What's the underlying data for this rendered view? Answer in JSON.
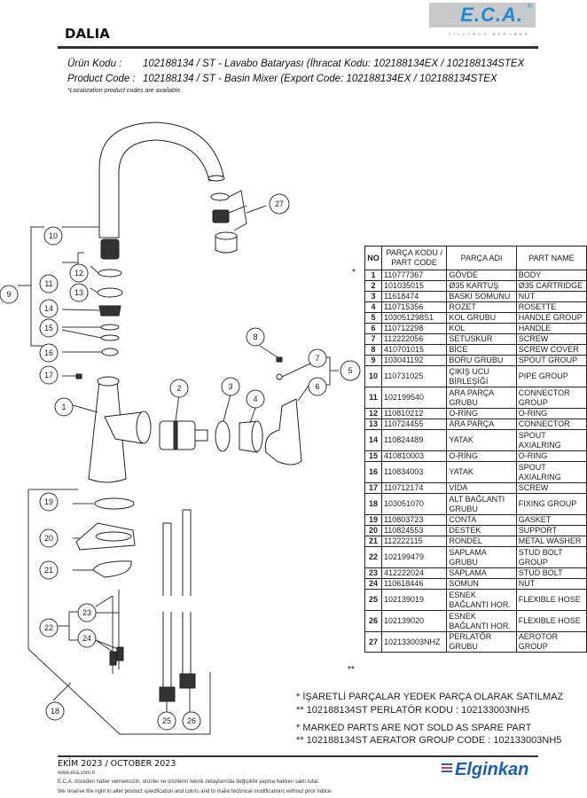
{
  "header": {
    "title": "DALIA",
    "logo": {
      "text": "E.C.A.",
      "registered": "®",
      "tagline": "YILLARCA BERABER",
      "color": "#1e8ad0"
    },
    "product_code_tr_label": "Ürün Kodu :",
    "product_code_tr_value": "102188134 / ST - Lavabo Bataryası (İhracat Kodu: 102188134EX / 102188134STEX",
    "product_code_en_label": "Product Code :",
    "product_code_en_value": "102188134 / ST - Basin Mixer (Export Code: 102188134EX / 102188134STEX",
    "localization_note": "*Localization product codes are available."
  },
  "diagram": {
    "callouts": [
      "1",
      "2",
      "3",
      "4",
      "5",
      "6",
      "7",
      "8",
      "9",
      "10",
      "11",
      "12",
      "13",
      "14",
      "15",
      "16",
      "17",
      "18",
      "19",
      "20",
      "21",
      "22",
      "23",
      "24",
      "25",
      "26",
      "27"
    ]
  },
  "table": {
    "headers": {
      "no": "NO",
      "code": "PARÇA KODU / PART CODE",
      "name_tr": "PARÇA ADI",
      "name_en": "PART NAME"
    },
    "rows": [
      {
        "mark": "*",
        "no": "1",
        "code": "110777367",
        "tr": "GÖVDE",
        "en": "BODY"
      },
      {
        "mark": "",
        "no": "2",
        "code": "101035015",
        "tr": "Ø35 KARTUŞ",
        "en": "Ø35 CARTRIDGE"
      },
      {
        "mark": "",
        "no": "3",
        "code": "11618474",
        "tr": "BASKI SOMUNU",
        "en": "NUT"
      },
      {
        "mark": "",
        "no": "4",
        "code": "110715356",
        "tr": "ROZET",
        "en": "ROSETTE"
      },
      {
        "mark": "",
        "no": "5",
        "code": "103051298S1",
        "tr": "KOL GRUBU",
        "en": "HANDLE GROUP"
      },
      {
        "mark": "",
        "no": "6",
        "code": "110712298",
        "tr": "KOL",
        "en": "HANDLE"
      },
      {
        "mark": "",
        "no": "7",
        "code": "112222056",
        "tr": "SETUSKUR",
        "en": "SCREW"
      },
      {
        "mark": "",
        "no": "8",
        "code": "410701015",
        "tr": "BİCE",
        "en": "SCREW COVER"
      },
      {
        "mark": "",
        "no": "9",
        "code": "103041192",
        "tr": "BORU GRUBU",
        "en": "SPOUT GROUP"
      },
      {
        "mark": "",
        "no": "10",
        "code": "110731025",
        "tr": "ÇIKIŞ UCU BİRLEŞİĞİ",
        "en": "PIPE GROUP"
      },
      {
        "mark": "",
        "no": "11",
        "code": "102199540",
        "tr": "ARA PARÇA GRUBU",
        "en": "CONNECTOR GROUP"
      },
      {
        "mark": "",
        "no": "12",
        "code": "110810212",
        "tr": "O-RİNG",
        "en": "O-RING"
      },
      {
        "mark": "",
        "no": "13",
        "code": "110724455",
        "tr": "ARA PARÇA",
        "en": "CONNECTOR"
      },
      {
        "mark": "",
        "no": "14",
        "code": "110824489",
        "tr": "YATAK",
        "en": "SPOUT AXIALRING"
      },
      {
        "mark": "",
        "no": "15",
        "code": "410810003",
        "tr": "O-RİNG",
        "en": "O-RING"
      },
      {
        "mark": "",
        "no": "16",
        "code": "110834003",
        "tr": "YATAK",
        "en": "SPOUT AXIALRING"
      },
      {
        "mark": "",
        "no": "17",
        "code": "110712174",
        "tr": "VİDA",
        "en": "SCREW"
      },
      {
        "mark": "",
        "no": "18",
        "code": "103051070",
        "tr": "ALT BAĞLANTI GRUBU",
        "en": "FIXING GROUP"
      },
      {
        "mark": "",
        "no": "19",
        "code": "110803723",
        "tr": "CONTA",
        "en": "GASKET"
      },
      {
        "mark": "",
        "no": "20",
        "code": "110824553",
        "tr": "DESTEK",
        "en": "SUPPORT"
      },
      {
        "mark": "",
        "no": "21",
        "code": "112222115",
        "tr": "RONDEL",
        "en": "METAL WASHER"
      },
      {
        "mark": "",
        "no": "22",
        "code": "102199479",
        "tr": "SAPLAMA GRUBU",
        "en": "STUD BOLT GROUP"
      },
      {
        "mark": "",
        "no": "23",
        "code": "412222024",
        "tr": "SAPLAMA",
        "en": "STUD BOLT"
      },
      {
        "mark": "",
        "no": "24",
        "code": "110618446",
        "tr": "SOMUN",
        "en": "NUT"
      },
      {
        "mark": "",
        "no": "25",
        "code": "102139019",
        "tr": "ESNEK BAĞLANTI HOR.",
        "en": "FLEXIBLE HOSE"
      },
      {
        "mark": "",
        "no": "26",
        "code": "102139020",
        "tr": "ESNEK BAĞLANTI HOR.",
        "en": "FLEXIBLE HOSE"
      },
      {
        "mark": "**",
        "no": "27",
        "code": "102133003NHZ",
        "tr": "PERLATÖR GRUBU",
        "en": "AEROTOR GROUP"
      }
    ]
  },
  "notes": {
    "tr_line1": "* İŞARETLİ PARÇALAR YEDEK PARÇA OLARAK SATILMAZ",
    "tr_line2": "** 102188134ST PERLATÖR KODU : 102133003NH5",
    "en_line1": "* MARKED PARTS ARE NOT SOLD AS SPARE PART",
    "en_line2": "** 102188134ST AERATOR GROUP CODE : 102133003NH5"
  },
  "footer": {
    "date": "EKİM 2023 / OCTOBER 2023",
    "website": "www.eca.com.tr",
    "disclaimer_tr": "E.C.A. önceden haber vermeksizin, ürünler ve ürünlerin teknik detaylarında değişiklik yapma hakkını saklı tutar.",
    "disclaimer_en": "We reserve the right to alter product specification and colors and to make technical modifications without prior notice.",
    "brand": "Elginkan",
    "brand_color": "#1d5fa8"
  }
}
